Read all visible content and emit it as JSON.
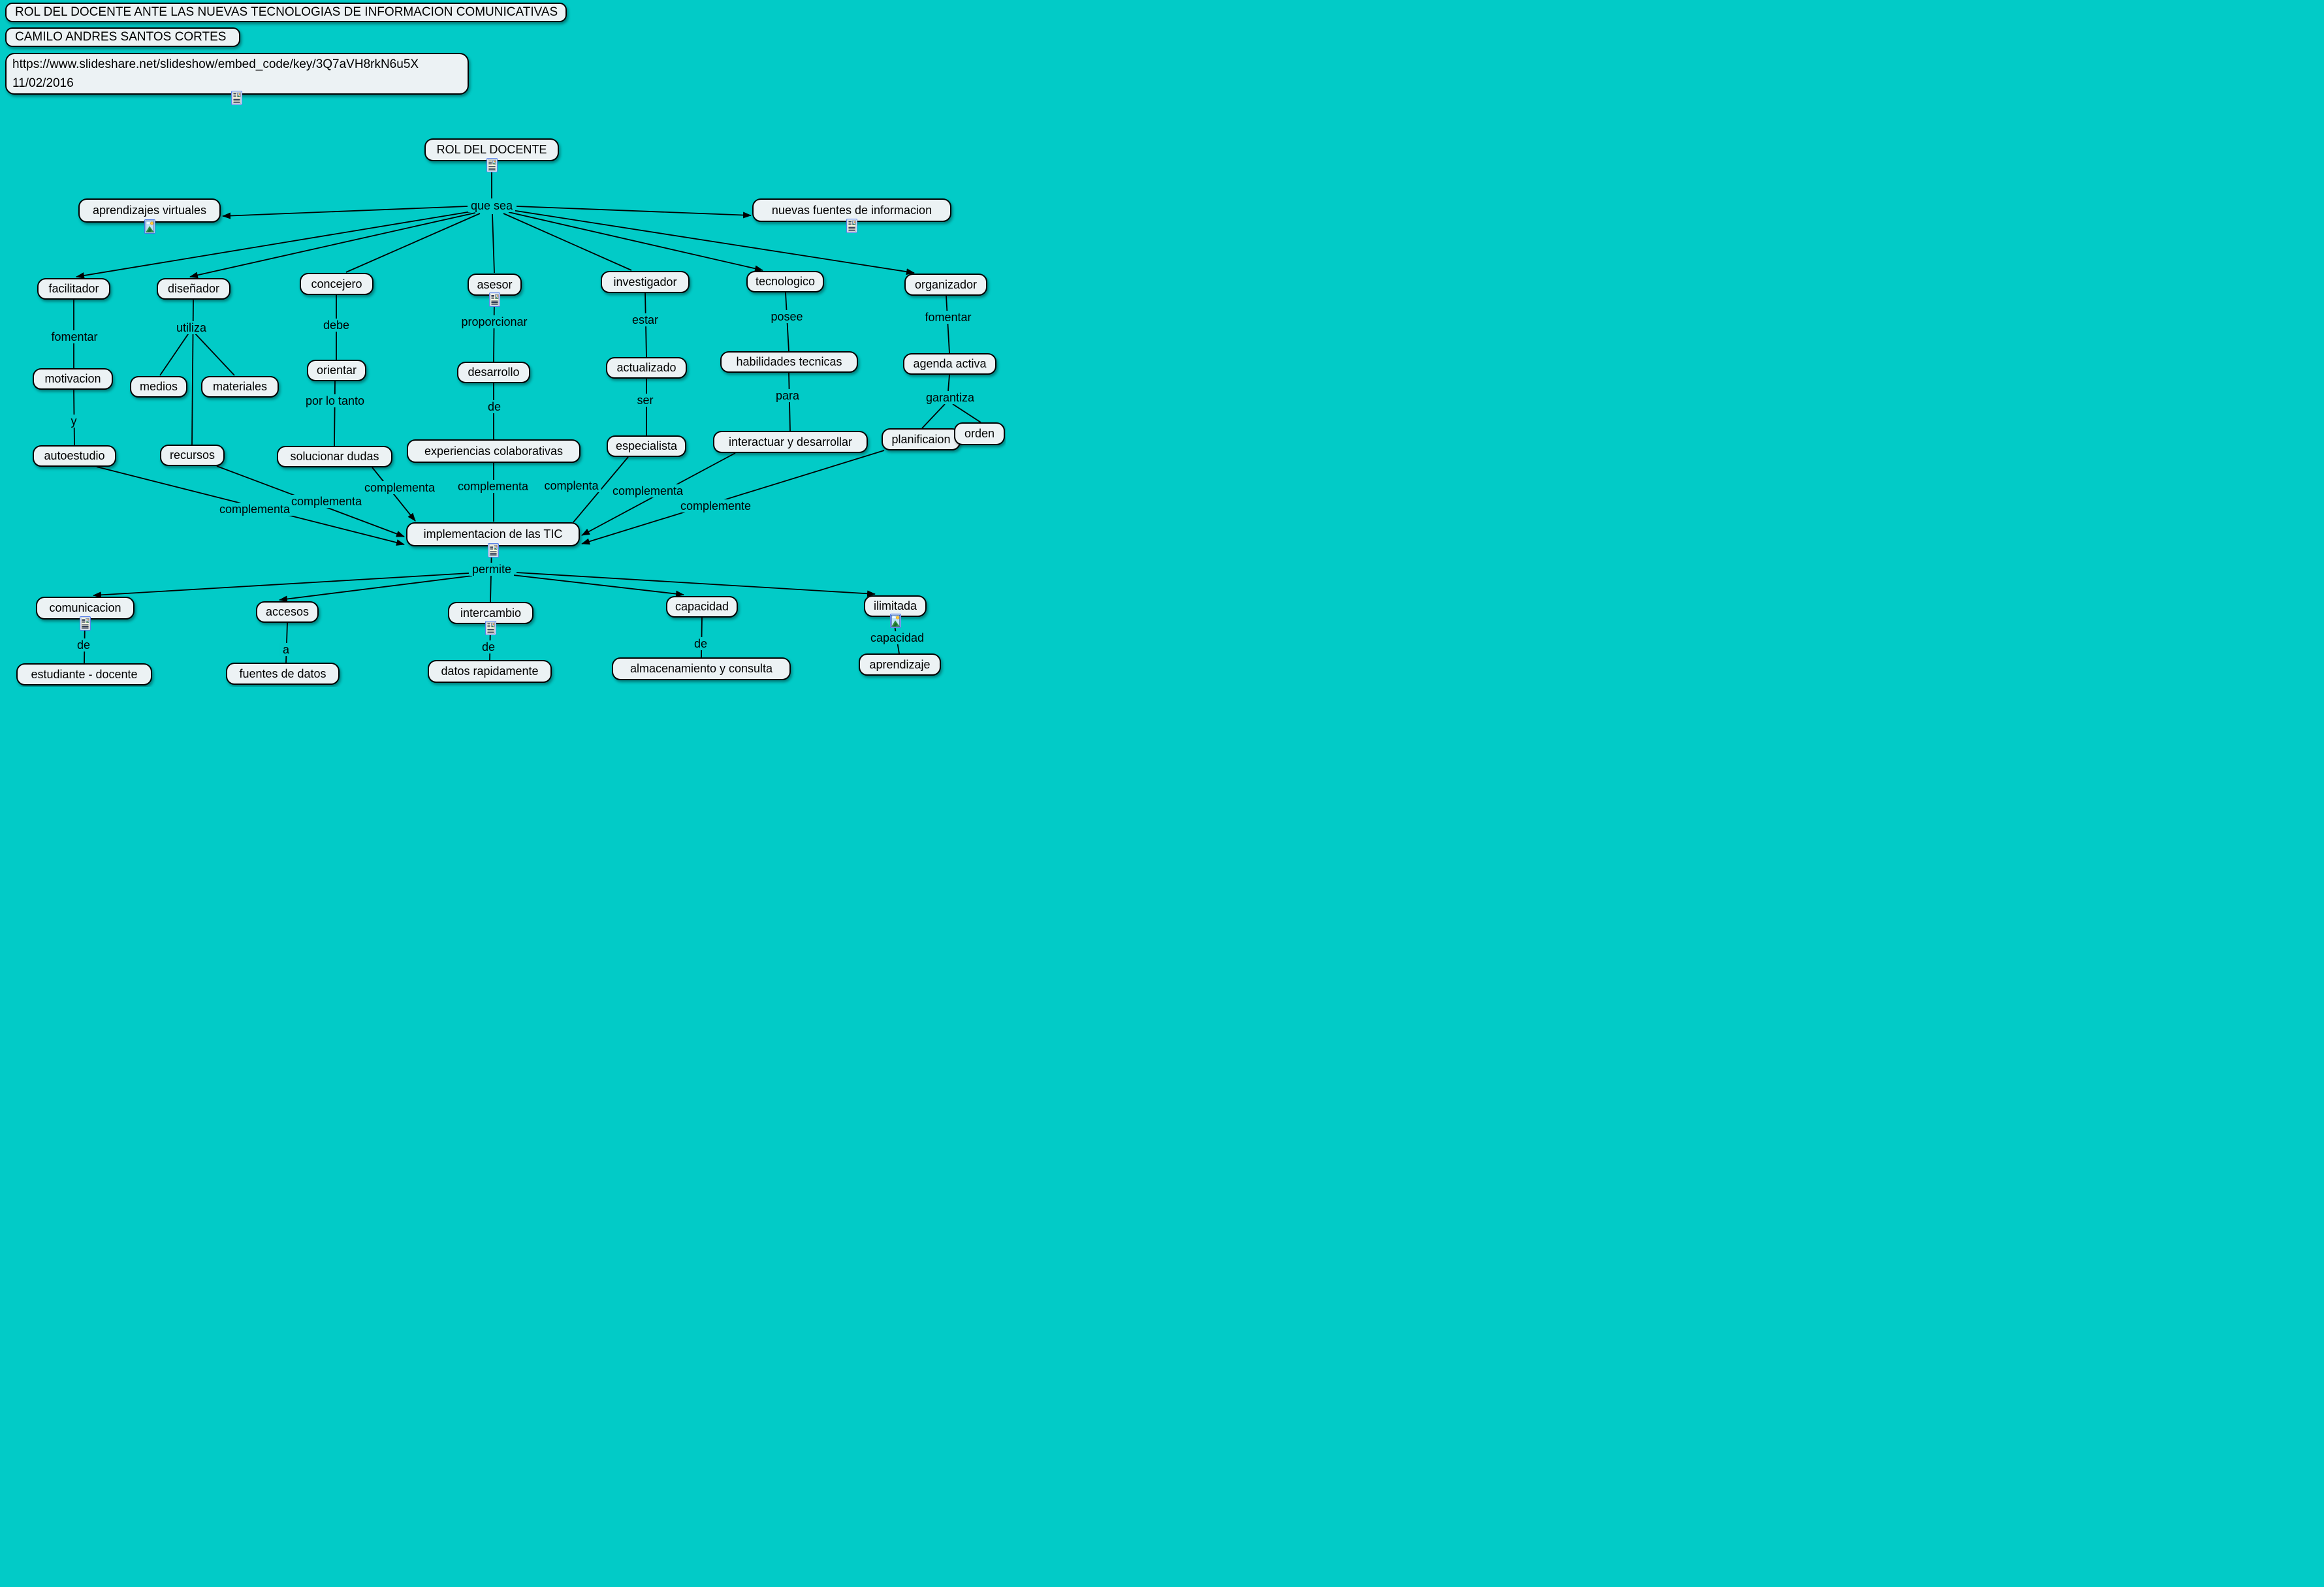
{
  "colors": {
    "background": "#02CBC7",
    "node_fill": "#ECF2F4",
    "node_border": "#000000",
    "text": "#000000"
  },
  "header": {
    "title": "ROL DEL DOCENTE ANTE LAS NUEVAS TECNOLOGIAS DE INFORMACION COMUNICATIVAS",
    "author": "CAMILO ANDRES SANTOS CORTES",
    "url": "https://www.slideshare.net/slideshow/embed_code/key/3Q7aVH8rkN6u5X",
    "date": "11/02/2016",
    "attachment_icon": "document-icon"
  },
  "concepts": {
    "rol": {
      "label": "ROL DEL DOCENTE",
      "icon": "document"
    },
    "aprendizajes": {
      "label": "aprendizajes virtuales",
      "icon": "image"
    },
    "nuevas": {
      "label": "nuevas fuentes de informacion",
      "icon": "document"
    },
    "facilitador": {
      "label": "facilitador"
    },
    "disenador": {
      "label": "diseñador"
    },
    "concejero": {
      "label": "concejero"
    },
    "asesor": {
      "label": "asesor",
      "icon": "document"
    },
    "investigador": {
      "label": "investigador"
    },
    "tecnologico": {
      "label": "tecnologico"
    },
    "organizador": {
      "label": "organizador"
    },
    "motivacion": {
      "label": "motivacion"
    },
    "medios": {
      "label": "medios"
    },
    "materiales": {
      "label": "materiales"
    },
    "orientar": {
      "label": "orientar"
    },
    "desarrollo": {
      "label": "desarrollo"
    },
    "actualizado": {
      "label": "actualizado"
    },
    "habilidades": {
      "label": "habilidades tecnicas"
    },
    "agenda": {
      "label": "agenda activa"
    },
    "autoestudio": {
      "label": "autoestudio"
    },
    "recursos": {
      "label": "recursos"
    },
    "solucionar": {
      "label": "solucionar dudas"
    },
    "experiencias": {
      "label": "experiencias colaborativas"
    },
    "especialista": {
      "label": "especialista"
    },
    "interactuar": {
      "label": "interactuar y desarrollar"
    },
    "planificaion": {
      "label": "planificaion"
    },
    "orden": {
      "label": "orden"
    },
    "implementacion": {
      "label": "implementacion de las TIC",
      "icon": "document"
    },
    "comunicacion": {
      "label": "comunicacion",
      "icon": "document"
    },
    "accesos": {
      "label": "accesos"
    },
    "intercambio": {
      "label": "intercambio",
      "icon": "document"
    },
    "capacidad": {
      "label": "capacidad"
    },
    "ilimitada": {
      "label": "ilimitada",
      "icon": "image"
    },
    "estudiante": {
      "label": "estudiante - docente"
    },
    "fuentes": {
      "label": "fuentes de datos"
    },
    "datos": {
      "label": "datos rapidamente"
    },
    "almacenamiento": {
      "label": "almacenamiento y consulta"
    },
    "aprendizaje": {
      "label": "aprendizaje"
    }
  },
  "links": {
    "que_sea": {
      "label": "que sea"
    },
    "fomentar1": {
      "label": "fomentar"
    },
    "utiliza": {
      "label": "utiliza"
    },
    "debe": {
      "label": "debe"
    },
    "proporcionar": {
      "label": "proporcionar"
    },
    "estar": {
      "label": "estar"
    },
    "posee": {
      "label": "posee"
    },
    "fomentar2": {
      "label": "fomentar"
    },
    "y": {
      "label": "y"
    },
    "por_lo_tanto": {
      "label": "por lo tanto"
    },
    "de1": {
      "label": "de"
    },
    "ser": {
      "label": "ser"
    },
    "para": {
      "label": "para"
    },
    "garantiza": {
      "label": "garantiza"
    },
    "c1": {
      "label": "complementa"
    },
    "c2": {
      "label": "complementa"
    },
    "c3": {
      "label": "complementa"
    },
    "c4": {
      "label": "complementa"
    },
    "c5": {
      "label": "complenta"
    },
    "c6": {
      "label": "complementa"
    },
    "c7": {
      "label": "complemente"
    },
    "permite": {
      "label": "permite"
    },
    "de2": {
      "label": "de"
    },
    "a": {
      "label": "a"
    },
    "de3": {
      "label": "de"
    },
    "de4": {
      "label": "de"
    },
    "capacidad2": {
      "label": "capacidad"
    }
  }
}
